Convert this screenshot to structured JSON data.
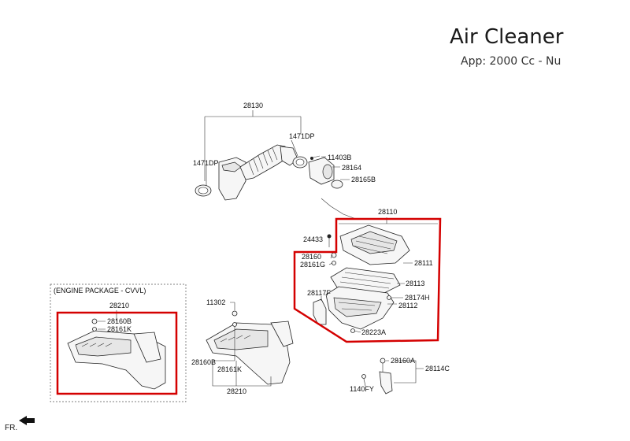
{
  "header": {
    "title": "Air Cleaner",
    "subtitle": "App: 2000 Cc - Nu"
  },
  "package_box": {
    "label": "(ENGINE PACKAGE - CVVL)"
  },
  "callouts": {
    "p28130": "28130",
    "p1471dp_left": "1471DP",
    "p1471dp_right": "1471DP",
    "p11403b": "11403B",
    "p28164": "28164",
    "p28165b": "28165B",
    "p28110": "28110",
    "p24433": "24433",
    "p28160": "28160",
    "p28161g": "28161G",
    "p28111": "28111",
    "p28113": "28113",
    "p28117f": "28117F",
    "p28174h": "28174H",
    "p28112": "28112",
    "p28223a": "28223A",
    "p28210_box": "28210",
    "p28160b_box": "28160B",
    "p28161k_box": "28161K",
    "p11302": "11302",
    "p28160b": "28160B",
    "p28161k": "28161K",
    "p28210": "28210",
    "p28160a": "28160A",
    "p28114c": "28114C",
    "p1140fy": "1140FY"
  },
  "footer": {
    "front_marker": "FR."
  },
  "colors": {
    "highlight": "#d40000",
    "line": "#222222"
  }
}
